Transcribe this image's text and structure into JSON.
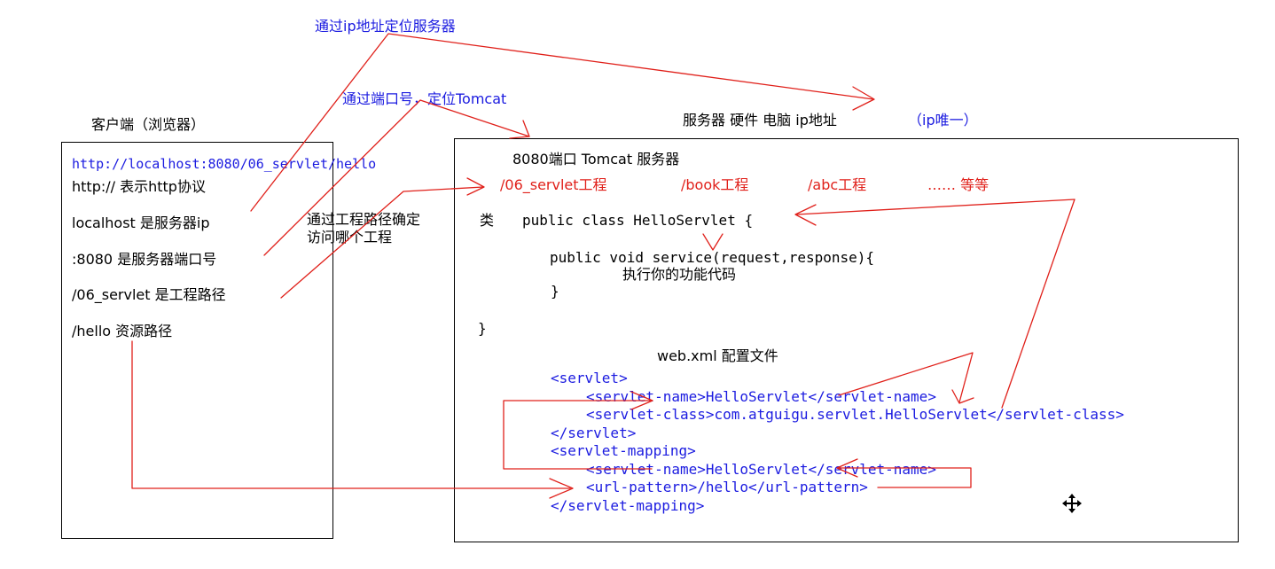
{
  "colors": {
    "annotation": "#1b1be0",
    "arrow": "#e0201a",
    "text": "#000000",
    "border": "#000000"
  },
  "annotations": {
    "ip_locate": "通过ip地址定位服务器",
    "port_locate": "通过端口号，定位Tomcat",
    "project_path": "通过工程路径确定\n访问哪个工程"
  },
  "client": {
    "title": "客户端（浏览器）",
    "url": "http://localhost:8080/06_servlet/hello",
    "lines": [
      "http:// 表示http协议",
      "localhost 是服务器ip",
      ":8080 是服务器端口号",
      "/06_servlet 是工程路径",
      "/hello  资源路径"
    ]
  },
  "server": {
    "title": "服务器 硬件 电脑  ip地址",
    "title_note": "（ip唯一）",
    "tomcat": "8080端口 Tomcat 服务器",
    "projects": [
      "/06_servlet工程",
      "/book工程",
      "/abc工程",
      "…… 等等"
    ],
    "code": {
      "class_label": "类",
      "class_decl": "public class HelloServlet {",
      "method": "public void service(request,response){",
      "body": "执行你的功能代码",
      "close_inner": "}",
      "close_outer": "}"
    },
    "webxml": {
      "title": "web.xml 配置文件",
      "lines": [
        "<servlet>",
        "<servlet-name>HelloServlet</servlet-name>",
        "<servlet-class>com.atguigu.servlet.HelloServlet</servlet-class>",
        "</servlet>",
        "<servlet-mapping>",
        "<servlet-name>HelloServlet</servlet-name>",
        "<url-pattern>/hello</url-pattern>",
        "</servlet-mapping>"
      ]
    }
  },
  "icons": {
    "move": "move-cursor-icon"
  }
}
